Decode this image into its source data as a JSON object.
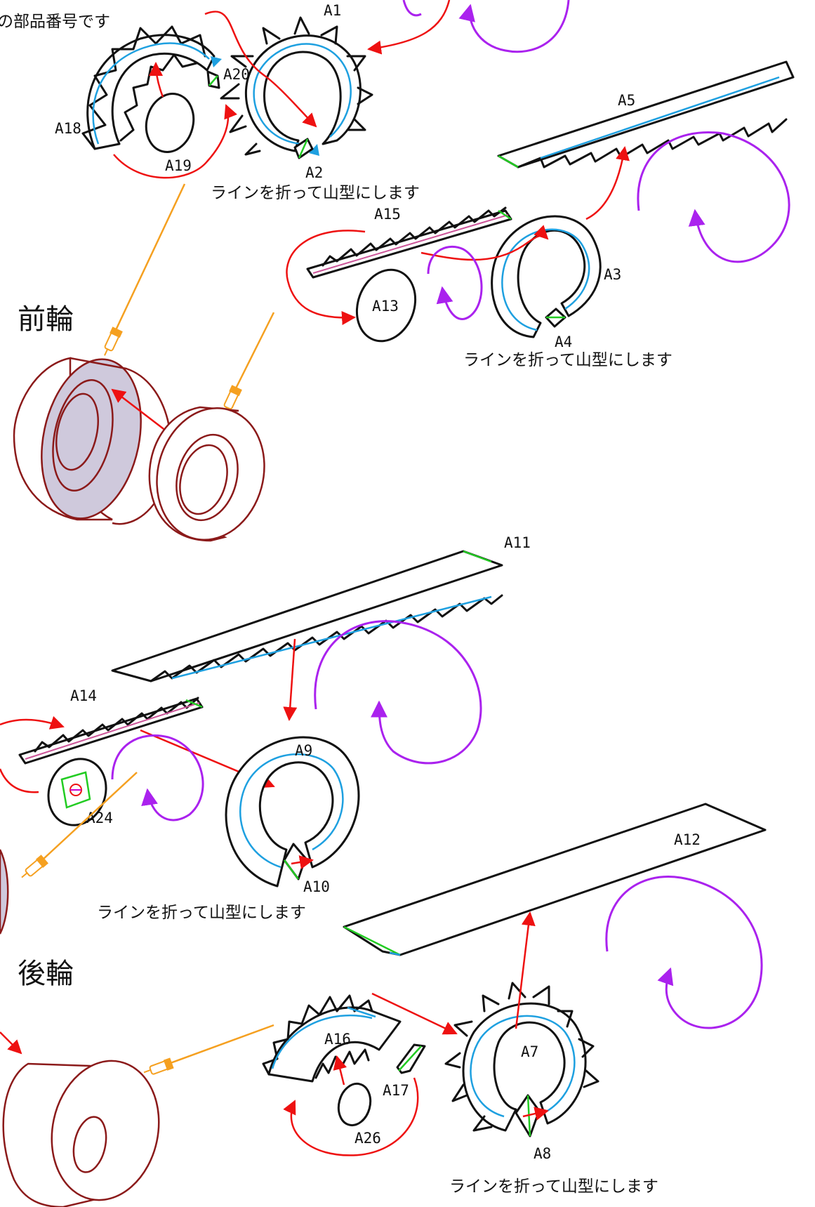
{
  "header_fragment": "の部品番号です",
  "sections": {
    "front_title": "前輪",
    "rear_title": "後輪"
  },
  "fold_note": "ラインを折って山型にします",
  "parts": {
    "A1": "A1",
    "A2": "A2",
    "A3": "A3",
    "A4": "A4",
    "A5": "A5",
    "A7": "A7",
    "A8": "A8",
    "A9": "A9",
    "A10": "A10",
    "A11": "A11",
    "A12": "A12",
    "A13": "A13",
    "A14": "A14",
    "A15": "A15",
    "A16": "A16",
    "A17": "A17",
    "A18": "A18",
    "A19": "A19",
    "A20": "A20",
    "A24": "A24",
    "A26": "A26"
  },
  "colors": {
    "outline": "#111111",
    "glue_line": "#1ea0e0",
    "fold_line": "#22cc22",
    "assembly_arrow": "#ee1111",
    "roll_arrow": "#aa22ee",
    "hand_pointer": "#f5a020",
    "wheel": "#8b1a1a",
    "wheel_fill": "#cfc9dc"
  },
  "icons": {
    "hand_pointer": "pointing-hand-icon"
  }
}
